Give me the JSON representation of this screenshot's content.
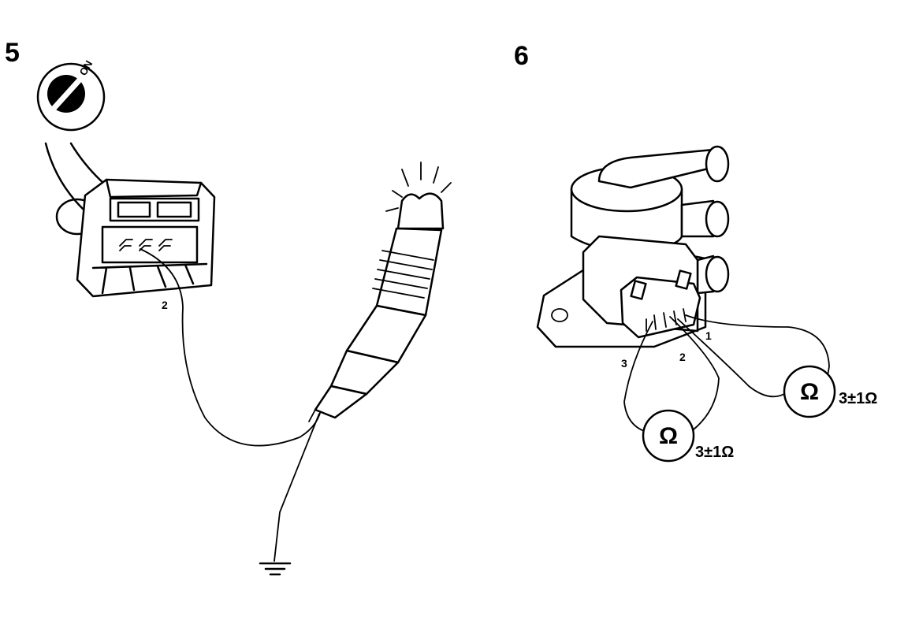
{
  "figures": [
    {
      "number": "5",
      "switch_label": "ON",
      "pin_label": "2"
    },
    {
      "number": "6",
      "pin_labels": [
        "1",
        "2",
        "3"
      ],
      "meter_symbol": "Ω",
      "readings": [
        "3±1Ω",
        "3±1Ω"
      ]
    }
  ]
}
